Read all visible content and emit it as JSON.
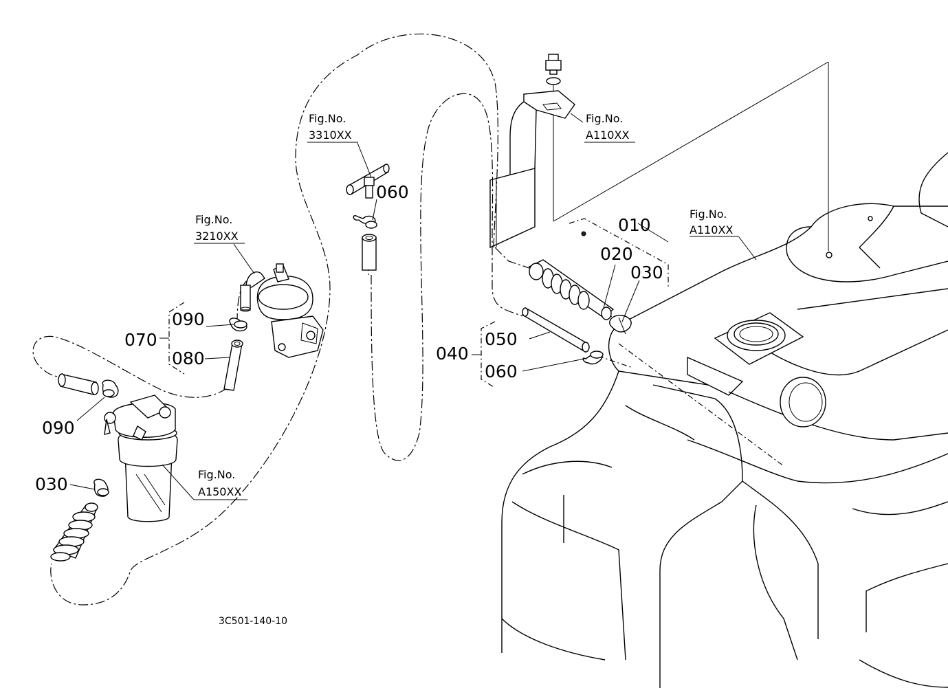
{
  "callouts": {
    "p010": "010",
    "p020": "020",
    "p030_right": "030",
    "p040": "040",
    "p050": "050",
    "p060_right": "060",
    "p060_top": "060",
    "p070": "070",
    "p080": "080",
    "p090_upper": "090",
    "p090_lower": "090",
    "p030_left": "030"
  },
  "figure_refs": {
    "fuel_tank": {
      "label": "Fig.No.",
      "code": "A110XX"
    },
    "tank_bracket": {
      "label": "Fig.No.",
      "code": "A110XX"
    },
    "fuel_pump": {
      "label": "Fig.No.",
      "code": "3210XX"
    },
    "tee_joint": {
      "label": "Fig.No.",
      "code": "3310XX"
    },
    "fuel_filter": {
      "label": "Fig.No.",
      "code": "A150XX"
    }
  },
  "diagram_code": "3C501-140-10"
}
